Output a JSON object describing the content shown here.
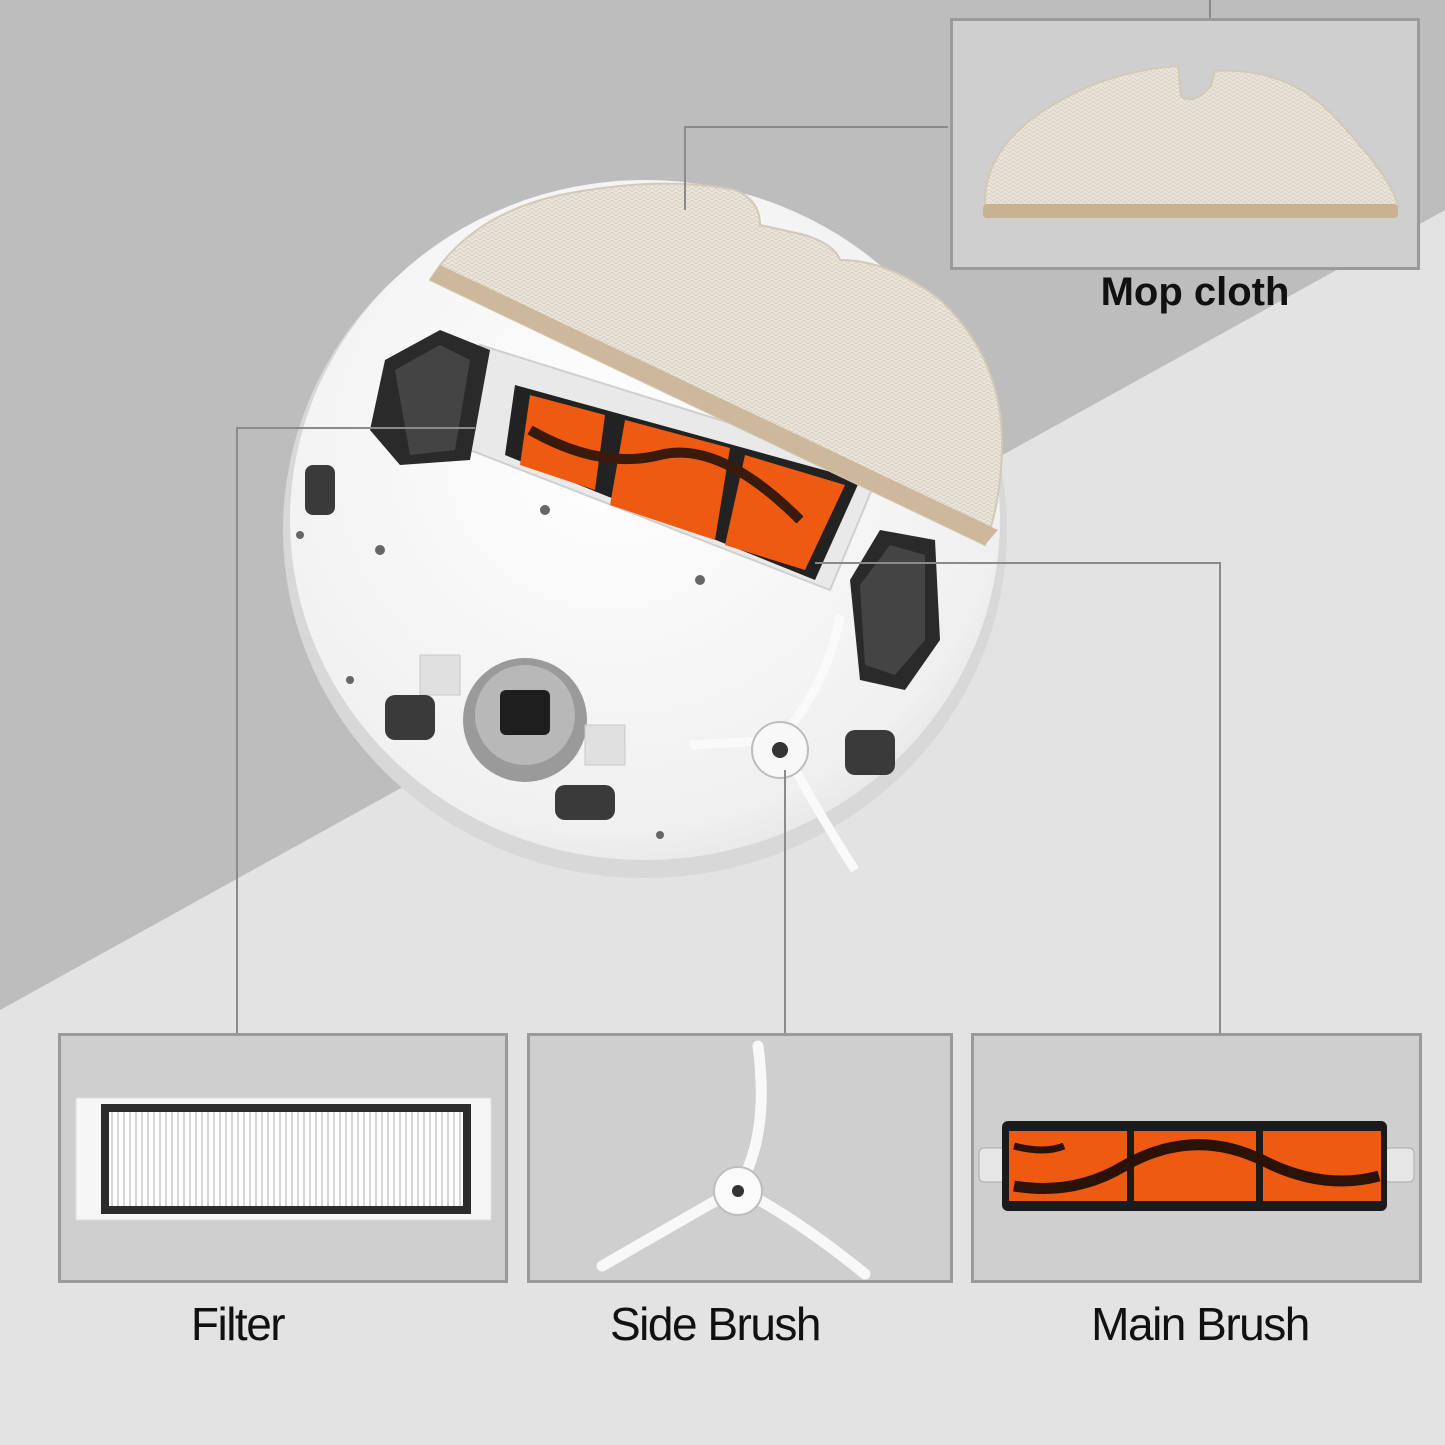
{
  "labels": {
    "mop_cloth": "Mop cloth",
    "filter": "Filter",
    "side_brush": "Side Brush",
    "main_brush": "Main Brush"
  },
  "colors": {
    "background_dark": "#bdbdbd",
    "background_light": "#e3e3e3",
    "panel_fill": "#cfcfcf",
    "panel_border": "#9a9a9a",
    "brush_orange": "#ee5a12",
    "robot_white": "#f4f4f4"
  }
}
